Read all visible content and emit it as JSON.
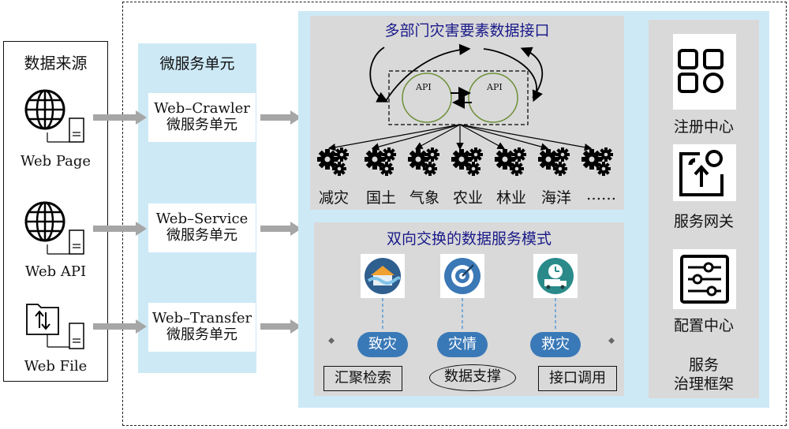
{
  "source": {
    "title": "数据来源",
    "items": [
      {
        "label": "Web Page",
        "icon": "globe-server-icon"
      },
      {
        "label": "Web API",
        "icon": "globe-server-icon"
      },
      {
        "label": "Web File",
        "icon": "folder-server-icon"
      }
    ]
  },
  "micro": {
    "title": "微服务单元",
    "units": [
      {
        "line1": "Web–Crawler",
        "line2": "微服务单元"
      },
      {
        "line1": "Web–Service",
        "line2": "微服务单元"
      },
      {
        "line1": "Web–Transfer",
        "line2": "微服务单元"
      }
    ]
  },
  "interface": {
    "title": "多部门灾害要素数据接口",
    "api_left": "API",
    "api_right": "API",
    "sectors": [
      "减灾",
      "国土",
      "气象",
      "农业",
      "林业",
      "海洋",
      "……"
    ]
  },
  "exchange": {
    "title": "双向交换的数据服务模式",
    "modes": [
      {
        "label": "致灾",
        "icon": "house-flood-icon"
      },
      {
        "label": "灾情",
        "icon": "target-icon"
      },
      {
        "label": "救灾",
        "icon": "delivery-truck-icon"
      }
    ],
    "functions": [
      "汇聚检索",
      "数据支撑",
      "接口调用"
    ]
  },
  "governance": {
    "items": [
      {
        "label": "注册中心",
        "icon": "grid-icon"
      },
      {
        "label": "服务网关",
        "icon": "gateway-icon"
      },
      {
        "label": "配置中心",
        "icon": "sliders-icon"
      }
    ],
    "footer_line1": "服务",
    "footer_line2": "治理框架"
  },
  "colors": {
    "panel_blue": "#cde9f6",
    "section_grey": "#d9d9d9",
    "pill_blue": "#3a79b7",
    "title_navy": "#1a1a8a",
    "arrow_grey": "#a6a6a6"
  }
}
